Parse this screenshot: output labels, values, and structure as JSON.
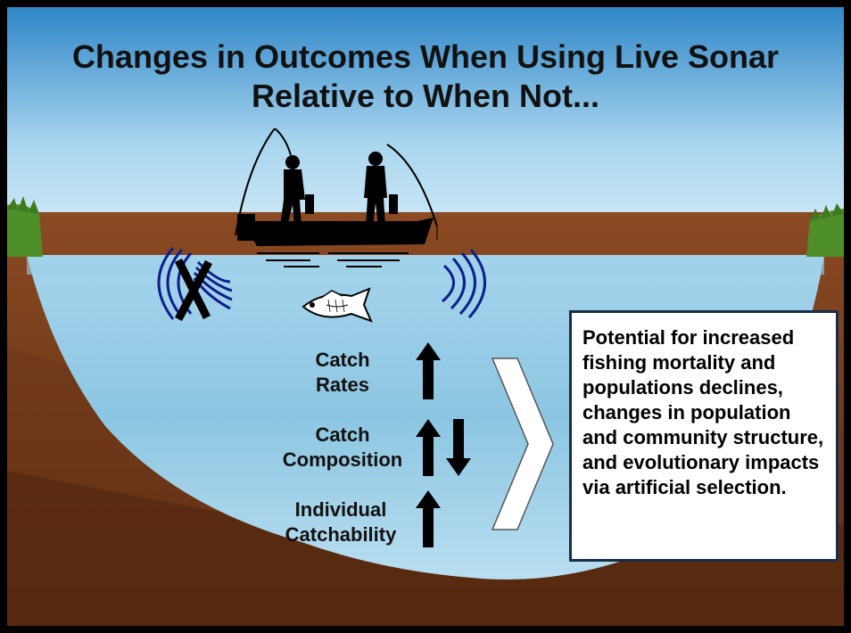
{
  "title": {
    "line1": "Changes in Outcomes When Using Live Sonar",
    "line2": "Relative to When Not..."
  },
  "outcomes": [
    {
      "line1": "Catch",
      "line2": "Rates",
      "direction": "up"
    },
    {
      "line1": "Catch",
      "line2": "Composition",
      "direction": "up-and-down"
    },
    {
      "line1": "Individual",
      "line2": "Catchability",
      "direction": "up"
    }
  ],
  "callout": {
    "text": "Potential for increased fishing mortality and populations declines, changes in population and community structure, and evolutionary impacts via artificial selection."
  },
  "icons": [
    "boat-with-anglers-icon",
    "fish-icon",
    "sonar-waves-crossed-icon",
    "sonar-waves-icon",
    "chevron-right-icon",
    "arrow-up-icon",
    "arrow-down-icon"
  ],
  "colors": {
    "sky_top": "#2f86c7",
    "sky_bottom": "#dbeef8",
    "water": "#8fc8e4",
    "soil": "#7a3f1c",
    "sonar_waves": "#0d1f8a",
    "callout_border": "#1a2c48"
  }
}
